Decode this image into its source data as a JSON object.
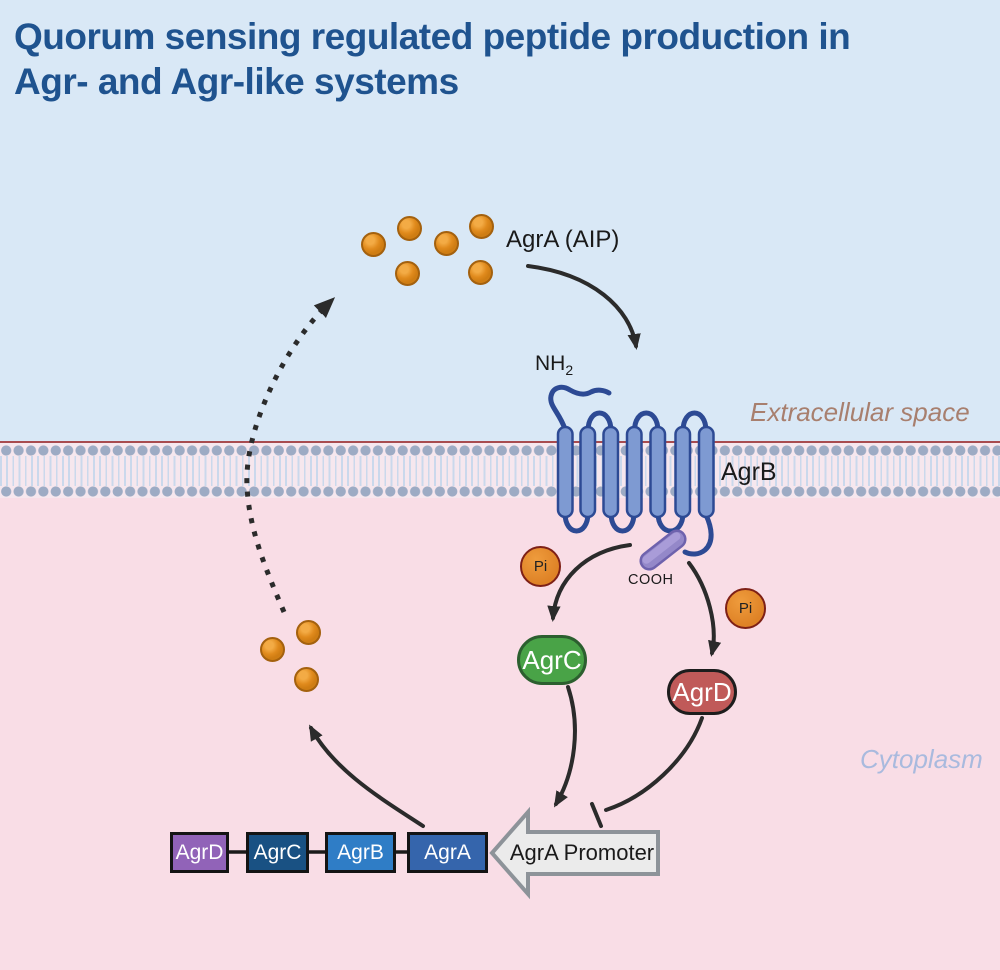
{
  "title_line1": "Quorum sensing regulated peptide production in",
  "title_line2": "Agr- and Agr-like systems",
  "environment": {
    "extracellular_label": "Extracellular space",
    "cytoplasm_label": "Cytoplasm"
  },
  "signal": {
    "aip_label": "AgrA (AIP)"
  },
  "receptor": {
    "name": "AgrB",
    "n_terminus": "NH",
    "n_terminus_subscript": "2",
    "c_terminus": "COOH"
  },
  "phosphate": {
    "symbol": "Pi"
  },
  "cytoplasmic_proteins": {
    "agrc_label": "AgrC",
    "agrd_label": "AgrD"
  },
  "operon": {
    "genes": [
      {
        "label": "AgrD",
        "color": "#9163b8"
      },
      {
        "label": "AgrC",
        "color": "#195183"
      },
      {
        "label": "AgrB",
        "color": "#2f7dc6"
      },
      {
        "label": "AgrA",
        "color": "#3565ac"
      }
    ],
    "promoter_label": "AgrA Promoter"
  },
  "colors": {
    "extracellular_bg": "#d9e8f6",
    "cytoplasm_bg": "#f9dde6",
    "membrane_line": "#a84c50",
    "membrane_heads": "#9dabc4",
    "title_text": "#1f538f",
    "aip_sphere_fill": "#e08a1c",
    "aip_sphere_border": "#a4610e",
    "receptor_fill": "#7e9ad2",
    "receptor_outline": "#2d4a94",
    "cterm_rod_fill": "#9488c9",
    "agrc_fill": "#49a347",
    "agrd_fill": "#c05a59",
    "phosphate_fill": "#de8226",
    "phosphate_border": "#7e2016",
    "promoter_fill": "#ebebeb",
    "promoter_outline": "#8d9399",
    "arrow_color": "#2b2b2b",
    "extracellular_label_color": "#a87f6e",
    "cytoplasm_label_color": "#a9bade"
  }
}
